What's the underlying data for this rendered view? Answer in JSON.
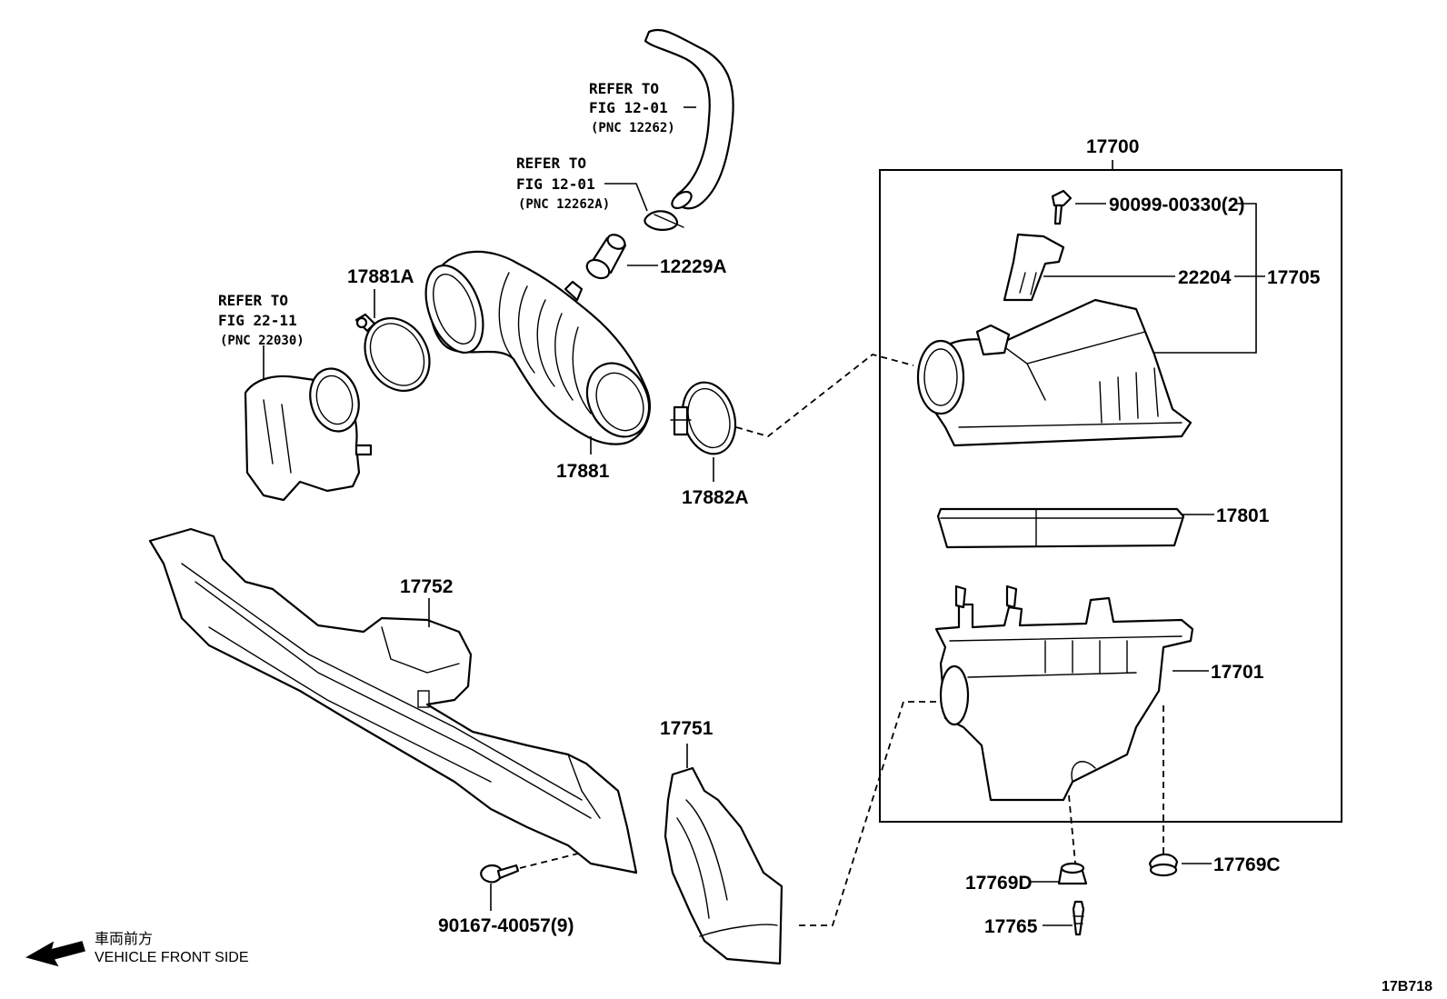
{
  "refs": [
    {
      "line1": "REFER TO",
      "line2": "FIG 12-01",
      "line3": "(PNC 12262)"
    },
    {
      "line1": "REFER TO",
      "line2": "FIG 12-01",
      "line3": "(PNC 12262A)"
    },
    {
      "line1": "REFER TO",
      "line2": "FIG 22-11",
      "line3": "(PNC 22030)"
    }
  ],
  "labels": {
    "p17700": "17700",
    "p90099": "90099-00330(2)",
    "p22204": "22204",
    "p17705": "17705",
    "p12229A": "12229A",
    "p17881A": "17881A",
    "p17881": "17881",
    "p17882A": "17882A",
    "p17801": "17801",
    "p17752": "17752",
    "p17701": "17701",
    "p17751": "17751",
    "p17769C": "17769C",
    "p17769D": "17769D",
    "p17765": "17765",
    "p90167": "90167-40057(9)"
  },
  "direction": {
    "line1": "車両前方",
    "line2": "VEHICLE FRONT SIDE"
  },
  "diagram_code": "17B718"
}
